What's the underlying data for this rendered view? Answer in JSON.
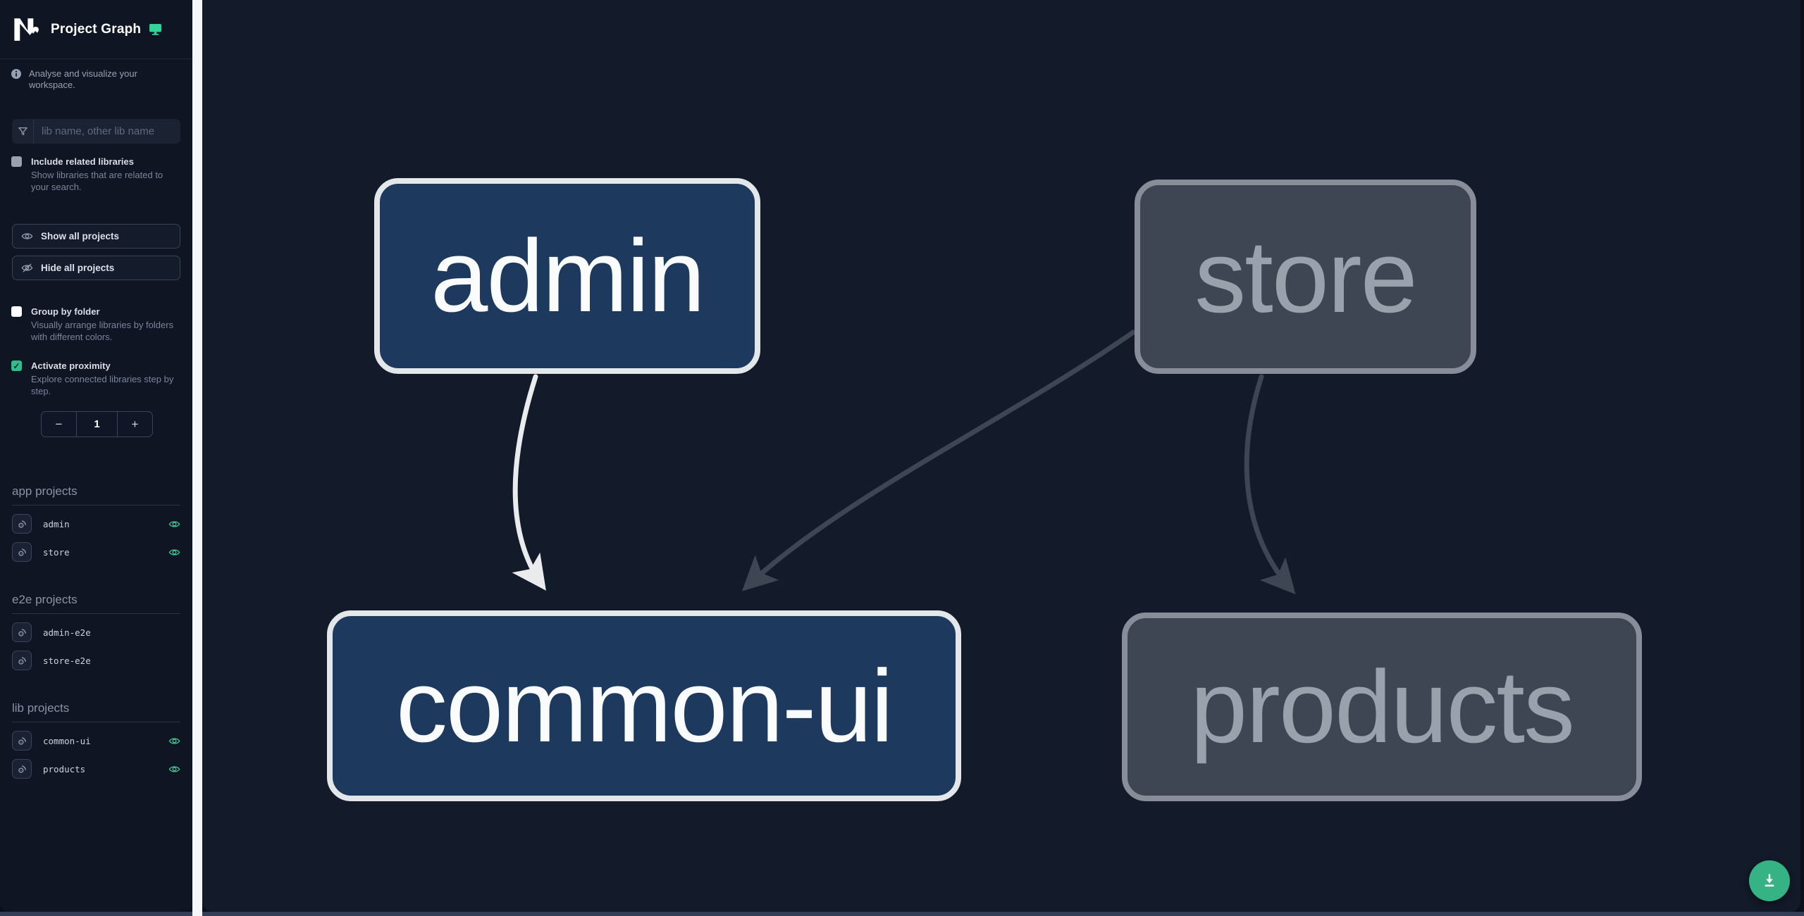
{
  "header": {
    "title": "Project Graph",
    "subtitle": "Analyse and visualize your workspace."
  },
  "filter": {
    "placeholder": "lib name, other lib name"
  },
  "options": {
    "include_related": {
      "label": "Include related libraries",
      "description": "Show libraries that are related to your search.",
      "checked": false
    },
    "show_all_label": "Show all projects",
    "hide_all_label": "Hide all projects",
    "group_by_folder": {
      "label": "Group by folder",
      "description": "Visually arrange libraries by folders with different colors.",
      "checked": false
    },
    "activate_proximity": {
      "label": "Activate proximity",
      "description": "Explore connected libraries step by step.",
      "checked": true,
      "checkmark": "✓"
    },
    "proximity": {
      "decrement": "−",
      "value": "1",
      "increment": "+"
    }
  },
  "projects": [
    {
      "heading": "app projects",
      "items": [
        {
          "name": "admin",
          "visible": true
        },
        {
          "name": "store",
          "visible": true
        }
      ]
    },
    {
      "heading": "e2e projects",
      "items": [
        {
          "name": "admin-e2e",
          "visible": false
        },
        {
          "name": "store-e2e",
          "visible": false
        }
      ]
    },
    {
      "heading": "lib projects",
      "items": [
        {
          "name": "common-ui",
          "visible": true
        },
        {
          "name": "products",
          "visible": true
        }
      ]
    }
  ],
  "graph": {
    "nodes": [
      {
        "id": "admin",
        "label": "admin",
        "style": "highlighted"
      },
      {
        "id": "store",
        "label": "store",
        "style": "muted"
      },
      {
        "id": "common-ui",
        "label": "common-ui",
        "style": "highlighted"
      },
      {
        "id": "products",
        "label": "products",
        "style": "muted"
      }
    ],
    "edges": [
      {
        "from": "admin",
        "to": "common-ui",
        "style": "highlighted"
      },
      {
        "from": "store",
        "to": "common-ui",
        "style": "muted"
      },
      {
        "from": "store",
        "to": "products",
        "style": "muted"
      }
    ]
  },
  "colors": {
    "accent_teal": "#34d399",
    "sidebar_background": "#0f1522",
    "canvas_background": "#131a29",
    "node_highlight_fill": "#1d3a5e",
    "node_highlight_border": "#e4e7ea",
    "node_muted_fill": "#3e4653",
    "node_muted_border": "#878e99",
    "edge_highlight": "#e9ebed",
    "edge_muted": "#3e4654",
    "fab_background": "#35b385"
  }
}
